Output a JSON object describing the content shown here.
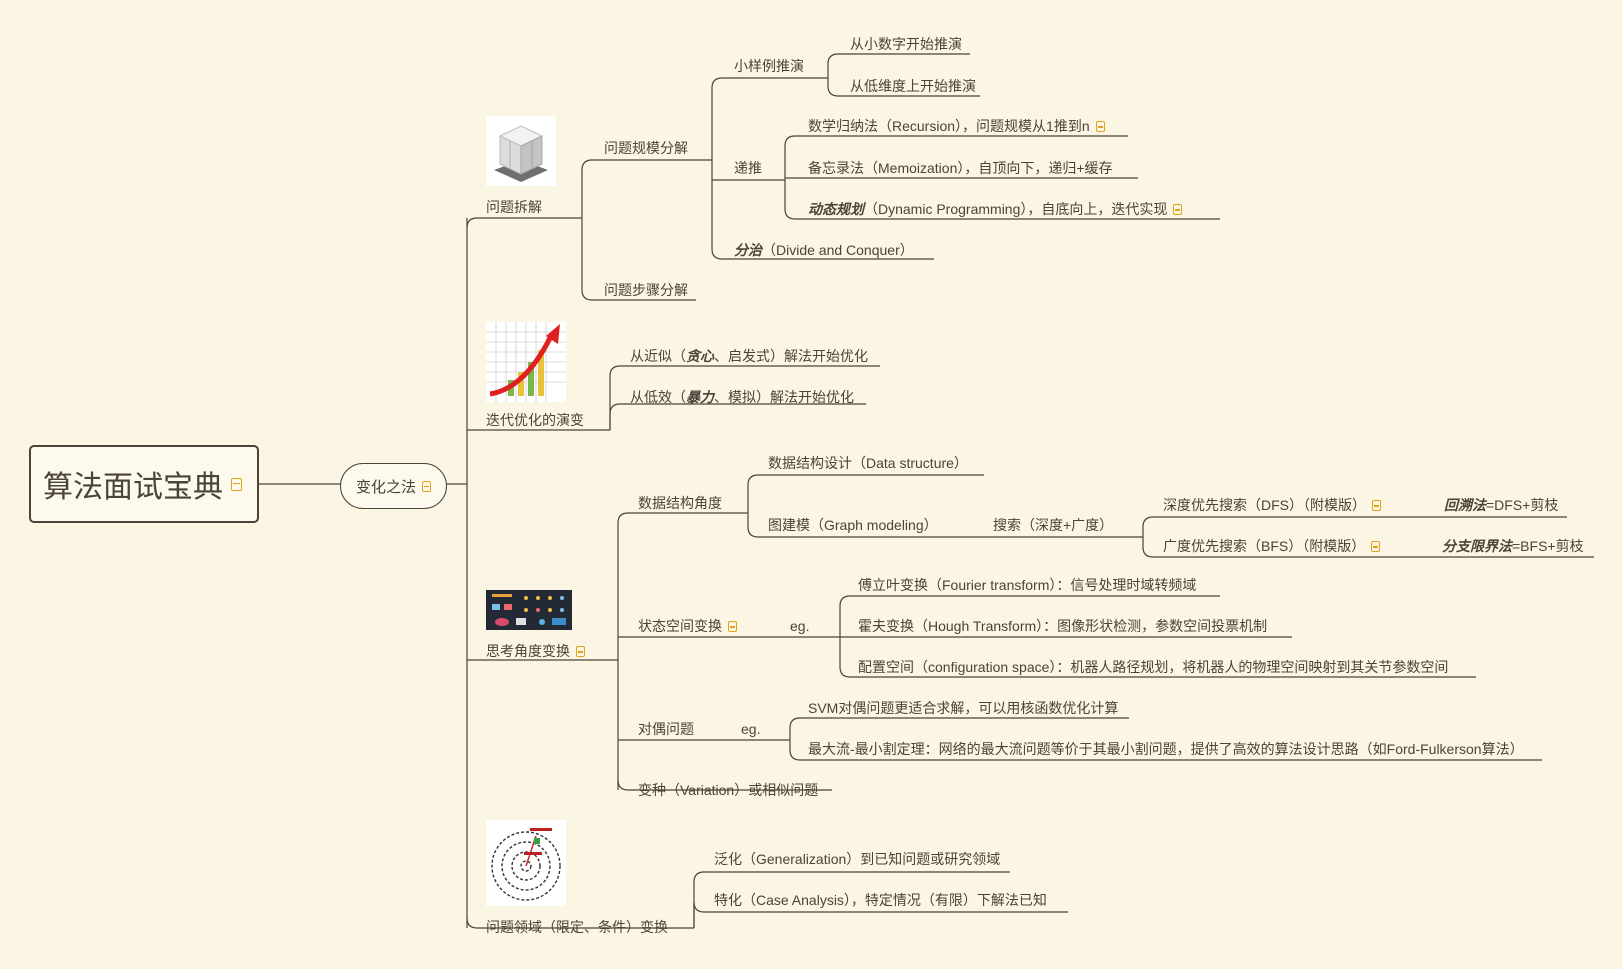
{
  "root": {
    "title": "算法面试宝典"
  },
  "main": {
    "label": "变化之法"
  },
  "branches": {
    "decompose": {
      "label": "问题拆解",
      "scale": {
        "label": "问题规模分解",
        "small": {
          "label": "小样例推演",
          "children": [
            "从小数字开始推演",
            "从低维度上开始推演"
          ]
        },
        "recur": {
          "label": "递推",
          "induction": "数学归纳法（Recursion），问题规模从1推到n",
          "memo": "备忘录法（Memoization），自顶向下，递归+缓存",
          "dp_em": "动态规划",
          "dp_rest": "（Dynamic Programming），自底向上，迭代实现"
        },
        "dc_em": "分治",
        "dc_rest": "（Divide and Conquer）"
      },
      "steps": "问题步骤分解"
    },
    "iterate": {
      "label": "迭代优化的演变",
      "a_pre": "从近似（",
      "a_em": "贪心",
      "a_post": "、启发式）解法开始优化",
      "b_pre": "从低效（",
      "b_em": "暴力",
      "b_post": "、模拟）解法开始优化"
    },
    "perspective": {
      "label": "思考角度变换",
      "ds": {
        "label": "数据结构角度",
        "design": "数据结构设计（Data structure）",
        "graph": "图建模（Graph modeling）",
        "search": "搜索（深度+广度）",
        "dfs": "深度优先搜索（DFS）（附模版）",
        "dfs_em": "回溯法",
        "dfs_rest": "=DFS+剪枝",
        "bfs": "广度优先搜索（BFS）（附模版）",
        "bfs_em": "分支限界法",
        "bfs_rest": "=BFS+剪枝"
      },
      "state": {
        "label": "状态空间变换",
        "eg": "eg.",
        "fourier": "傅立叶变换（Fourier transform）：信号处理时域转频域",
        "hough": "霍夫变换（Hough Transform）：图像形状检测，参数空间投票机制",
        "config": "配置空间（configuration space）：机器人路径规划，将机器人的物理空间映射到其关节参数空间"
      },
      "dual": {
        "label": "对偶问题",
        "eg": "eg.",
        "svm": "SVM对偶问题更适合求解，可以用核函数优化计算",
        "maxflow": "最大流-最小割定理：网络的最大流问题等价于其最小割问题，提供了高效的算法设计思路（如Ford-Fulkerson算法）"
      },
      "variation": "变种（Variation）或相似问题"
    },
    "domain": {
      "label": "问题领域（限定、条件）变换",
      "general": "泛化（Generalization）到已知问题或研究领域",
      "special": "特化（Case Analysis），特定情况（有限）下解法已知"
    }
  },
  "colors": {
    "background": "#fbf6e4",
    "line": "#4a4338",
    "note": "#e2a31c"
  },
  "icons": [
    "cube-image",
    "growth-chart-image",
    "dashboard-image",
    "target-circles-image",
    "note-icon"
  ]
}
